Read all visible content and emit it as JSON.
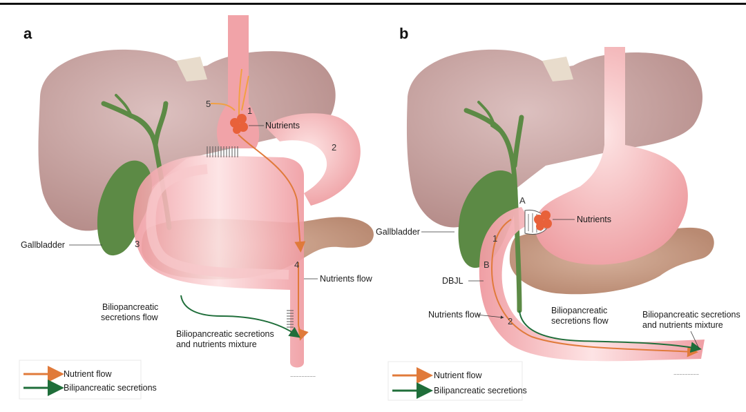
{
  "panels": {
    "a": {
      "letter": "a",
      "labels": {
        "gallbladder": "Gallbladder",
        "nutrients": "Nutrients",
        "nutrients_flow": "Nutrients flow",
        "bp_flow_1": "Biliopancreatic",
        "bp_flow_2": "secretions flow",
        "mixture_1": "Biliopancreatic secretions",
        "mixture_2": "and nutrients mixture"
      },
      "numbers": [
        "1",
        "2",
        "3",
        "4",
        "5"
      ],
      "legend": {
        "nutrient": "Nutrient flow",
        "bilio": "Bilipancreatic secretions"
      }
    },
    "b": {
      "letter": "b",
      "labels": {
        "gallbladder": "Gallbladder",
        "nutrients": "Nutrients",
        "dbjl": "DBJL",
        "nutrients_flow": "Nutrients flow",
        "bp_flow_1": "Biliopancreatic",
        "bp_flow_2": "secretions flow",
        "mixture_1": "Biliopancreatic secretions",
        "mixture_2": "and nutrients mixture"
      },
      "markers": [
        "A",
        "B",
        "1",
        "2"
      ],
      "legend": {
        "nutrient": "Nutrient flow",
        "bilio": "Bilipancreatic secretions"
      }
    }
  },
  "colors": {
    "liver": "#c9a3a1",
    "stomach": "#f3b3b5",
    "pancreas": "#c79c86",
    "gallbladder": "#5c8a45",
    "nutrient_arrow": "#e07a3a",
    "bilio_arrow": "#1f6e3a",
    "nutrients_blob": "#e8613a"
  }
}
